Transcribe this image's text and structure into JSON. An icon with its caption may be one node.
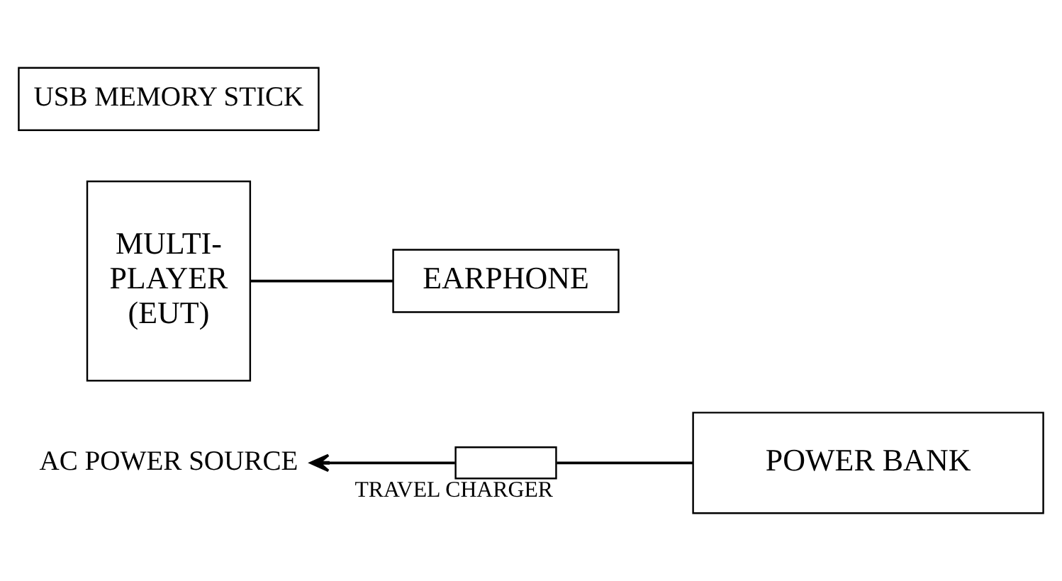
{
  "diagram": {
    "nodes": [
      {
        "text": [
          "AC POWER SOURCE"
        ]
      },
      {
        "text": [],
        "shape": "box",
        "beside": [
          "TRAVEL CHARGER"
        ]
      },
      {
        "text": [
          "MULTI- PLAYER (EUT)"
        ]
      },
      {
        "text": [
          "POWER BANK"
        ]
      },
      {
        "text": [
          "USB MEMORY STICK"
        ]
      },
      {
        "text": [
          "EARPHONE"
        ]
      }
    ],
    "edges": [
      {
        "from": 1,
        "to": 0,
        "arrow": "to"
      },
      {
        "from": 1,
        "to": 3,
        "arrow": "none"
      },
      {
        "from": 2,
        "to": 5,
        "arrow": "none"
      }
    ]
  }
}
